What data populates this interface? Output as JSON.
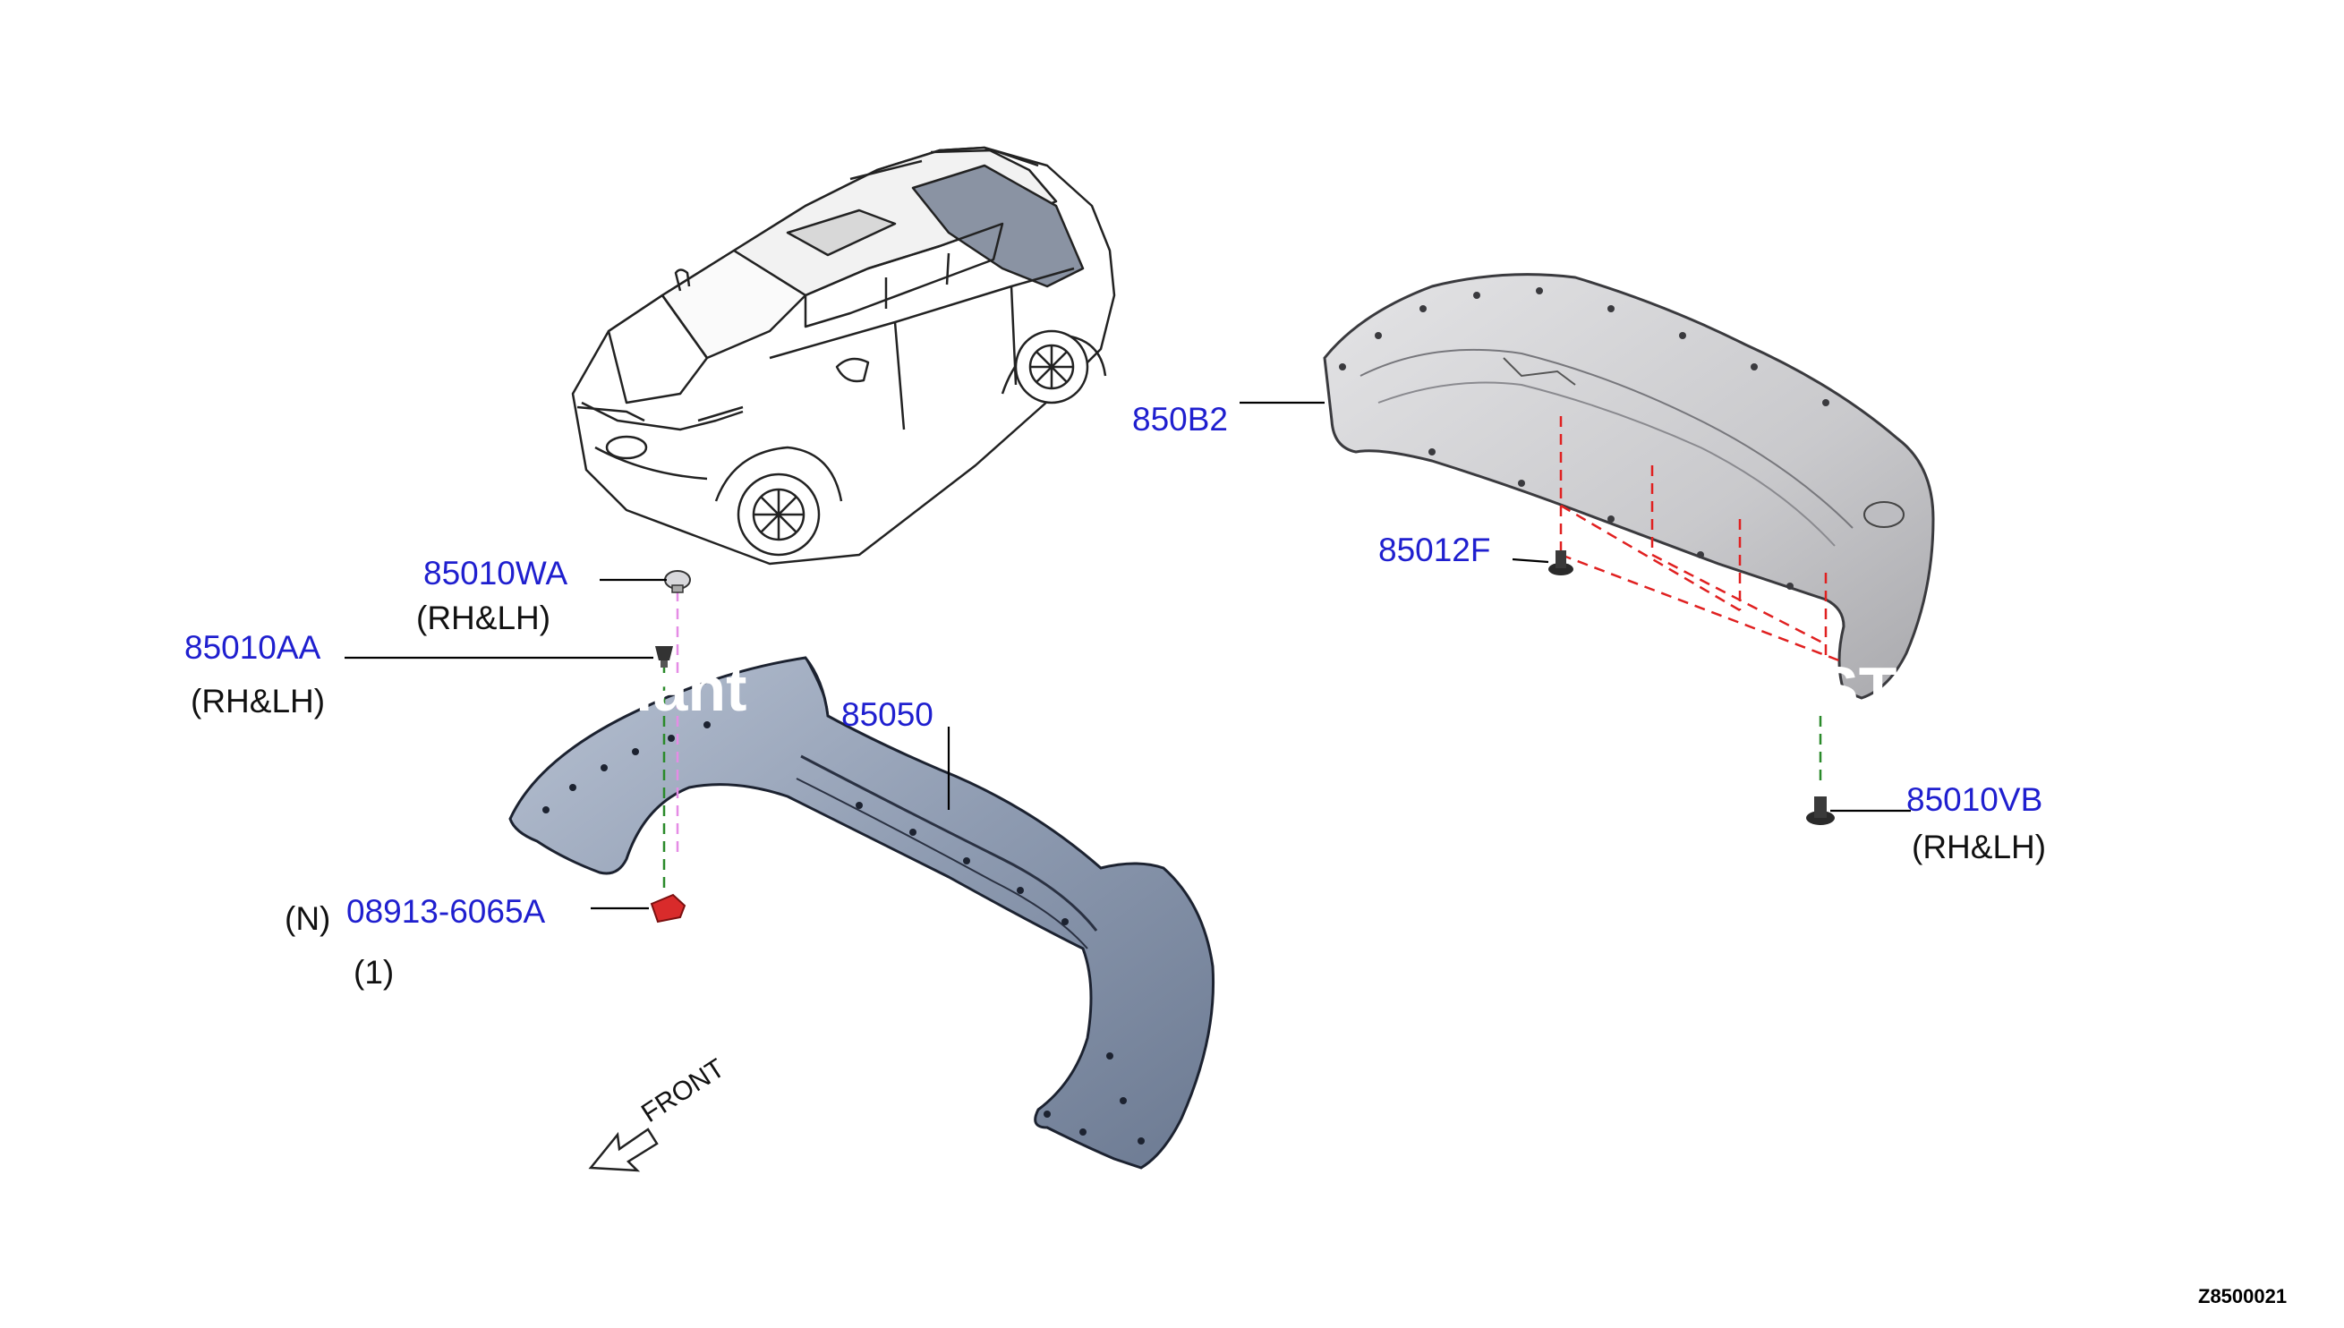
{
  "colors": {
    "part_number": "#1f1fcf",
    "note_text": "#111111",
    "bumper_fascia": "#9aa6bb",
    "bumper_reinforcement": "#cfcfd2",
    "guide_line_red": "#e02020",
    "guide_line_green": "#2a8a2a",
    "guide_line_pink": "#e58ce5",
    "clip_red": "#d92b2b"
  },
  "labels": {
    "pn_85010WA": "85010WA",
    "note_85010WA": "(RH&LH)",
    "pn_85010AA": "85010AA",
    "note_85010AA": "(RH&LH)",
    "pn_85050": "85050",
    "pn_850B2": "850B2",
    "pn_85012F": "85012F",
    "pn_85010VB": "85010VB",
    "note_85010VB": "(RH&LH)",
    "prefix_08913": "(N)",
    "pn_08913": "08913-6065A",
    "qty_08913": "(1)",
    "front_arrow": "FRONT",
    "figure_code": "Z8500021"
  },
  "watermark": {
    "left": "lant",
    "right": "ST"
  }
}
